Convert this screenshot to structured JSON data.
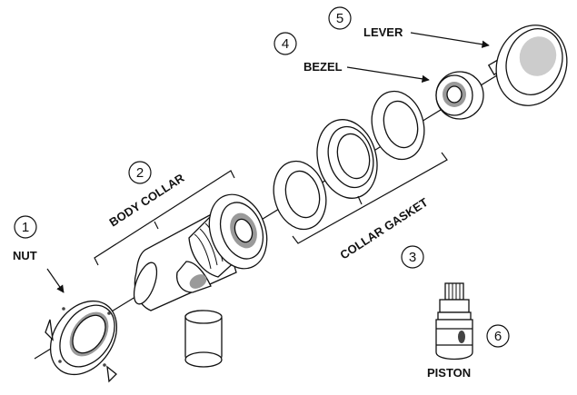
{
  "callouts": [
    {
      "number": "1",
      "label": "NUT"
    },
    {
      "number": "2",
      "label": "BODY COLLAR"
    },
    {
      "number": "3",
      "label": "COLLAR GASKET"
    },
    {
      "number": "4",
      "label": "BEZEL"
    },
    {
      "number": "5",
      "label": "LEVER"
    },
    {
      "number": "6",
      "label": "PISTON"
    }
  ]
}
